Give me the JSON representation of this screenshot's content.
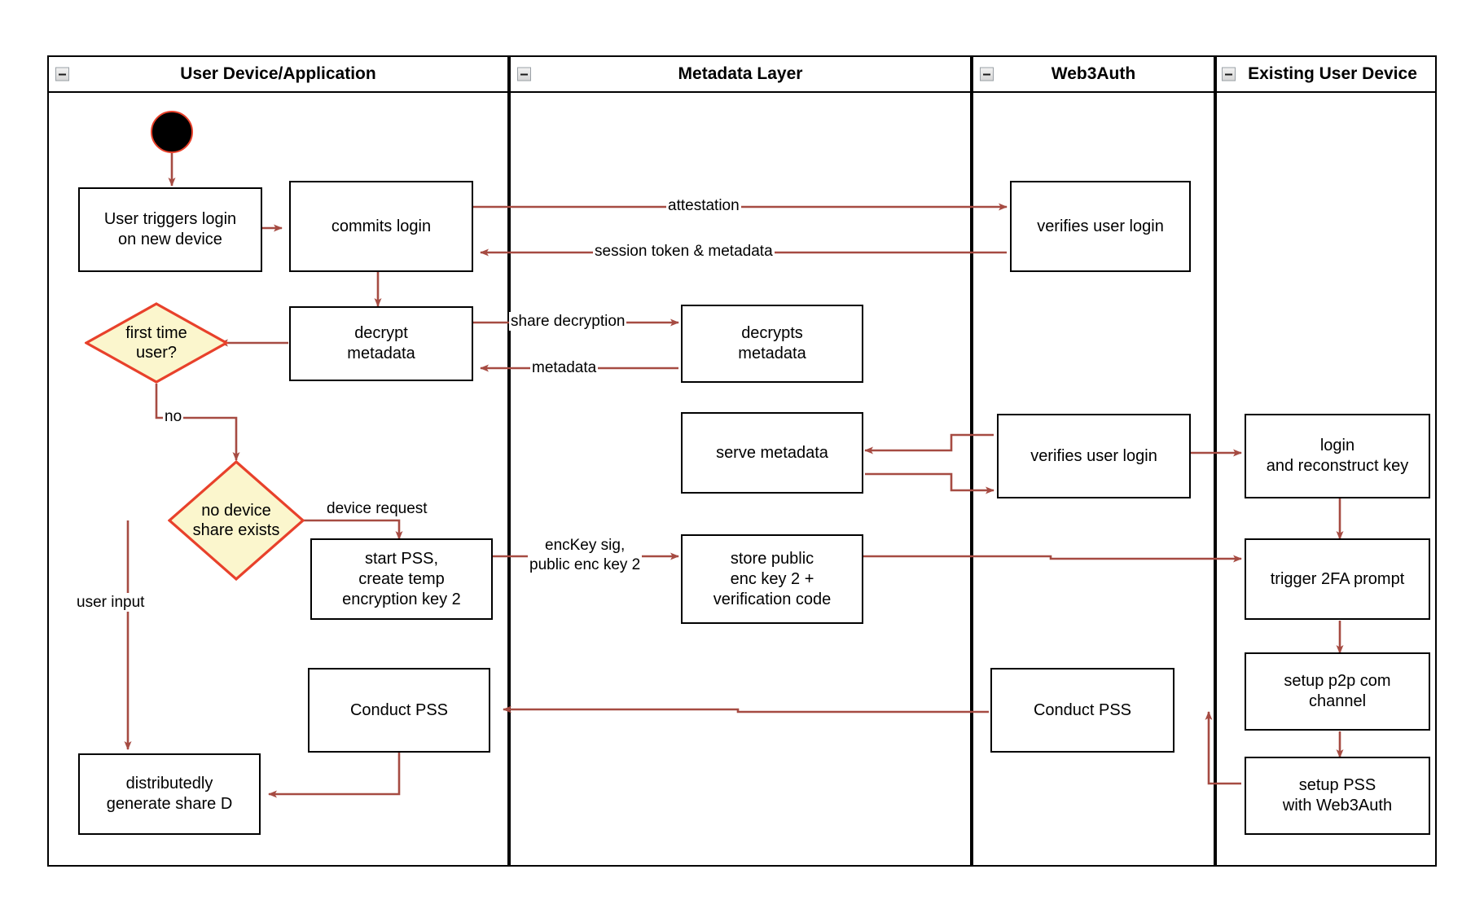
{
  "diagram": {
    "type": "uml-activity-swimlane",
    "title": "Web3Auth new-device login / PSS key reconstruction flow",
    "accent_arrow_color": "#a64b42",
    "decision_fill_color": "#fbf6cd",
    "decision_border_color": "#e8412b",
    "node_border_color": "#000000",
    "start_node_border_color": "#e8412b"
  },
  "lanes": [
    {
      "id": "lane-user-device",
      "title": "User Device/Application",
      "collapse_icon": "collapse-minus-icon"
    },
    {
      "id": "lane-metadata",
      "title": "Metadata Layer",
      "collapse_icon": "collapse-minus-icon"
    },
    {
      "id": "lane-web3auth",
      "title": "Web3Auth",
      "collapse_icon": "collapse-minus-icon"
    },
    {
      "id": "lane-existing-device",
      "title": "Existing User Device",
      "collapse_icon": "collapse-minus-icon"
    }
  ],
  "nodes": {
    "start": {
      "name": "start-node",
      "label": ""
    },
    "user_triggers_login": {
      "label": "User triggers login\non new device"
    },
    "commits_login": {
      "label": "commits login"
    },
    "verifies_user_login_1": {
      "label": "verifies user login"
    },
    "decrypt_metadata": {
      "label": "decrypt\nmetadata"
    },
    "decrypts_metadata": {
      "label": "decrypts\nmetadata"
    },
    "serve_metadata": {
      "label": "serve metadata"
    },
    "verifies_user_login_2": {
      "label": "verifies user login"
    },
    "login_reconstruct_key": {
      "label": "login\nand reconstruct key"
    },
    "start_pss": {
      "label": "start PSS,\ncreate temp\nencryption key 2"
    },
    "store_public_enc_key": {
      "label": "store public\nenc key 2 +\nverification code"
    },
    "trigger_2fa": {
      "label": "trigger 2FA prompt"
    },
    "setup_p2p": {
      "label": "setup p2p com\nchannel"
    },
    "conduct_pss_user": {
      "label": "Conduct PSS"
    },
    "conduct_pss_web3auth": {
      "label": "Conduct PSS"
    },
    "setup_pss_web3auth": {
      "label": "setup PSS\nwith Web3Auth"
    },
    "distributedly_generate_share_d": {
      "label": "distributedly\ngenerate share D"
    }
  },
  "decisions": {
    "first_time_user": {
      "label": "first time\nuser?"
    },
    "no_device_share_exists": {
      "label": "no device\nshare exists"
    }
  },
  "edge_labels": {
    "attestation": "attestation",
    "session_token_metadata": "session token & metadata",
    "share_decryption": "share decryption",
    "metadata": "metadata",
    "no": "no",
    "device_request": "device request",
    "enckey_sig": "encKey sig,\npublic enc key 2",
    "user_input": "user input"
  }
}
